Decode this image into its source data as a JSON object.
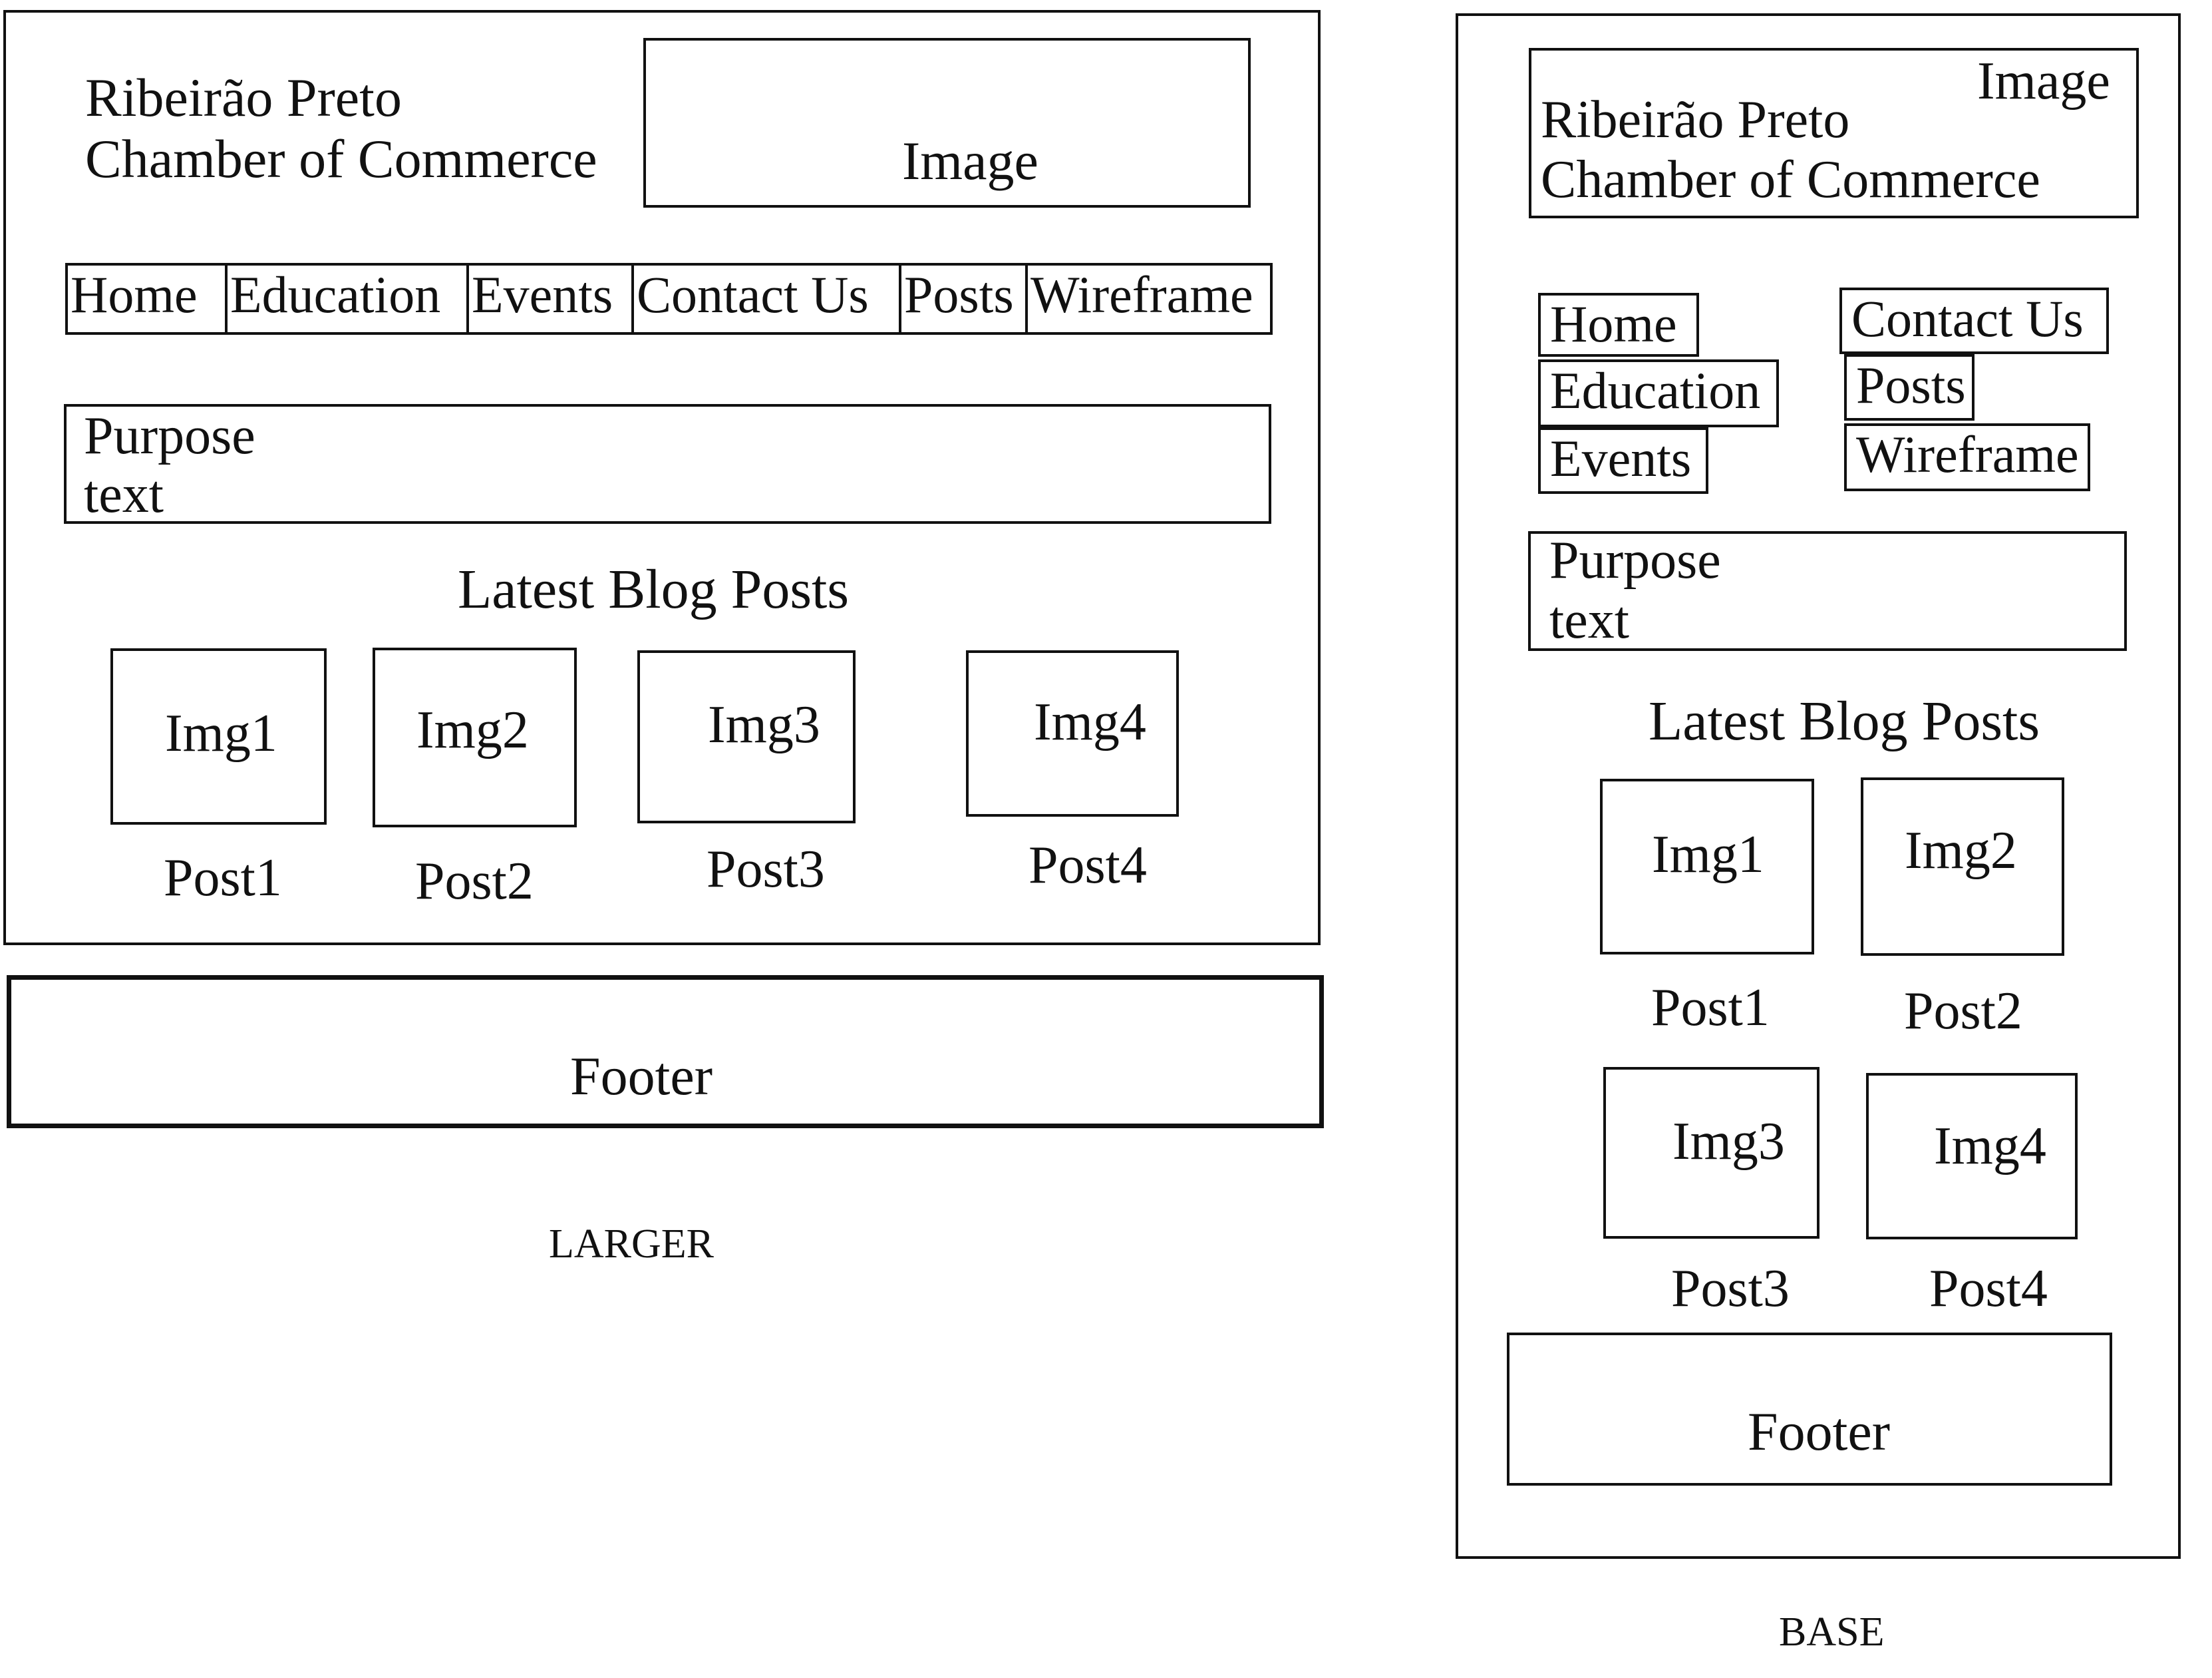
{
  "larger": {
    "org_title_line1": "Ribeirão Preto",
    "org_title_line2": "Chamber of Commerce",
    "header_image": "Image",
    "nav": [
      "Home",
      "Education",
      "Events",
      "Contact Us",
      "Posts",
      "Wireframe"
    ],
    "purpose_line1": "Purpose",
    "purpose_line2": "text",
    "blog_heading": "Latest Blog Posts",
    "posts": [
      {
        "img": "Img1",
        "label": "Post1"
      },
      {
        "img": "Img2",
        "label": "Post2"
      },
      {
        "img": "Img3",
        "label": "Post3"
      },
      {
        "img": "Img4",
        "label": "Post4"
      }
    ],
    "footer": "Footer",
    "caption": "LARGER"
  },
  "base": {
    "header_image": "Image",
    "org_title_line1": "Ribeirão Preto",
    "org_title_line2": "Chamber of Commerce",
    "nav_left": [
      "Home",
      "Education",
      "Events"
    ],
    "nav_right": [
      "Contact Us",
      "Posts",
      "Wireframe"
    ],
    "purpose_line1": "Purpose",
    "purpose_line2": "text",
    "blog_heading": "Latest Blog Posts",
    "posts": [
      {
        "img": "Img1",
        "label": "Post1"
      },
      {
        "img": "Img2",
        "label": "Post2"
      },
      {
        "img": "Img3",
        "label": "Post3"
      },
      {
        "img": "Img4",
        "label": "Post4"
      }
    ],
    "footer": "Footer",
    "caption": "BASE"
  }
}
